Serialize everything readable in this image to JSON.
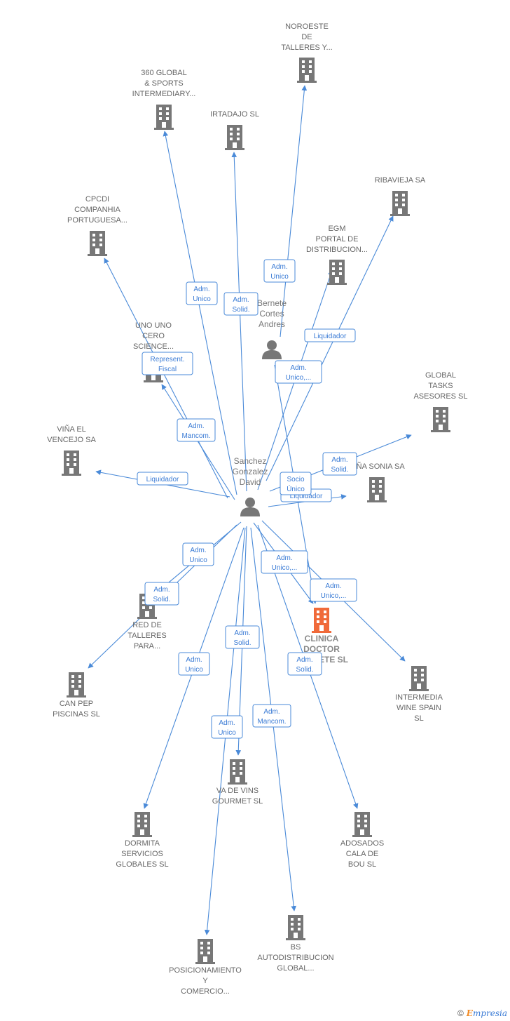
{
  "colors": {
    "edge": "#4a8ad8",
    "node": "#777777",
    "focus_node": "#f06a3a"
  },
  "persons": [
    {
      "id": "sanchez",
      "label": [
        "Sanchez",
        "Gonzalez",
        "David"
      ]
    },
    {
      "id": "bernete",
      "label": [
        "Bernete",
        "Cortes",
        "Andres"
      ]
    }
  ],
  "companies": [
    {
      "id": "noroeste",
      "label": [
        "NOROESTE",
        "DE",
        "TALLERES Y..."
      ]
    },
    {
      "id": "global360",
      "label": [
        "360 GLOBAL",
        "& SPORTS",
        "INTERMEDIARY..."
      ]
    },
    {
      "id": "irtadajo",
      "label": [
        "IRTADAJO  SL"
      ]
    },
    {
      "id": "ribavieja",
      "label": [
        "RIBAVIEJA SA"
      ]
    },
    {
      "id": "cpcdi",
      "label": [
        "CPCDI",
        "COMPANHIA",
        "PORTUGUESA..."
      ]
    },
    {
      "id": "egm",
      "label": [
        "EGM",
        "PORTAL DE",
        "DISTRIBUCION..."
      ]
    },
    {
      "id": "unouno",
      "label": [
        "UNO UNO",
        "CERO",
        "SCIENCE..."
      ]
    },
    {
      "id": "globaltasks",
      "label": [
        "GLOBAL",
        "TASKS",
        "ASESORES  SL"
      ]
    },
    {
      "id": "vinavencejo",
      "label": [
        "VIÑA EL",
        "VENCEJO SA"
      ]
    },
    {
      "id": "vinasonia",
      "label": [
        "VIÑA SONIA SA"
      ]
    },
    {
      "id": "clinica",
      "label": [
        "CLINICA",
        "DOCTOR",
        "BERNETE  SL"
      ],
      "focus": true
    },
    {
      "id": "redtalleres",
      "label": [
        "RED DE",
        "TALLERES",
        "PARA..."
      ]
    },
    {
      "id": "canpep",
      "label": [
        "CAN PEP",
        "PISCINAS SL"
      ]
    },
    {
      "id": "intermedia",
      "label": [
        "INTERMEDIA",
        "WINE SPAIN",
        "SL"
      ]
    },
    {
      "id": "vadevins",
      "label": [
        "VA DE VINS",
        "GOURMET  SL"
      ]
    },
    {
      "id": "dormita",
      "label": [
        "DORMITA",
        "SERVICIOS",
        "GLOBALES  SL"
      ]
    },
    {
      "id": "adosados",
      "label": [
        "ADOSADOS",
        "CALA DE",
        "BOU  SL"
      ]
    },
    {
      "id": "bsauto",
      "label": [
        "BS",
        "AUTODISTRIBUCION",
        "GLOBAL..."
      ]
    },
    {
      "id": "posicionamiento",
      "label": [
        "POSICIONAMIENTO",
        "Y",
        "COMERCIO..."
      ]
    }
  ],
  "edges": [
    {
      "from": "bernete",
      "to": "noroeste",
      "label": [
        "Adm.",
        "Unico"
      ]
    },
    {
      "from": "sanchez",
      "to": "global360",
      "label": [
        "Adm.",
        "Unico"
      ]
    },
    {
      "from": "sanchez",
      "to": "irtadajo",
      "label": [
        "Adm.",
        "Solid."
      ]
    },
    {
      "from": "sanchez",
      "to": "ribavieja",
      "label": [
        "Liquidador"
      ]
    },
    {
      "from": "sanchez",
      "to": "cpcdi",
      "label": [
        "Represent.",
        "Fiscal"
      ]
    },
    {
      "from": "sanchez",
      "to": "egm",
      "label": [
        "Adm.",
        "Unico,..."
      ]
    },
    {
      "from": "sanchez",
      "to": "unouno",
      "label": [
        "Adm.",
        "Mancom."
      ]
    },
    {
      "from": "sanchez",
      "to": "globaltasks",
      "label": [
        "Adm.",
        "Solid."
      ]
    },
    {
      "from": "sanchez",
      "to": "vinavencejo",
      "label": [
        "Liquidador"
      ]
    },
    {
      "from": "sanchez",
      "to": "vinasonia",
      "label": [
        "Liquidador"
      ]
    },
    {
      "from": "bernete",
      "to": "clinica",
      "label": [
        "Socio",
        "Único"
      ]
    },
    {
      "from": "sanchez",
      "to": "clinica",
      "label": [
        "Adm.",
        "Unico,..."
      ]
    },
    {
      "from": "sanchez",
      "to": "redtalleres",
      "label": [
        "Adm.",
        "Unico"
      ]
    },
    {
      "from": "sanchez",
      "to": "canpep",
      "label": [
        "Adm.",
        "Solid."
      ]
    },
    {
      "from": "sanchez",
      "to": "intermedia",
      "label": [
        "Adm.",
        "Unico,..."
      ]
    },
    {
      "from": "sanchez",
      "to": "vadevins",
      "label": [
        "Adm.",
        "Solid."
      ]
    },
    {
      "from": "sanchez",
      "to": "dormita",
      "label": [
        "Adm.",
        "Unico"
      ]
    },
    {
      "from": "sanchez",
      "to": "adosados",
      "label": [
        "Adm.",
        "Solid."
      ]
    },
    {
      "from": "sanchez",
      "to": "bsauto",
      "label": [
        "Adm.",
        "Mancom."
      ]
    },
    {
      "from": "sanchez",
      "to": "posicionamiento",
      "label": [
        "Adm.",
        "Unico"
      ]
    }
  ],
  "footer": {
    "copyright": "©",
    "brand_initial": "E",
    "brand_rest": "mpresia"
  }
}
